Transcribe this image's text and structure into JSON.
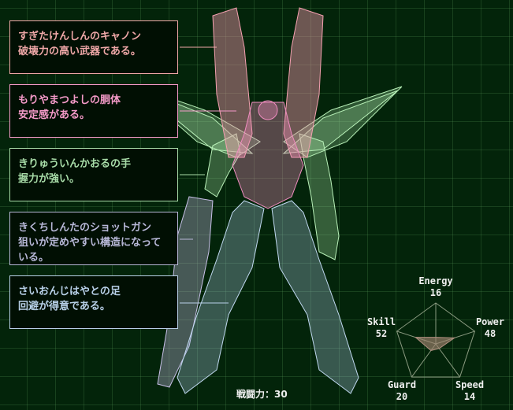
{
  "parts": [
    {
      "text": "すぎたけんしんのキャノン\n破壊力の高い武器である。",
      "color": "#f0a8a8"
    },
    {
      "text": "もりやまつよしの胴体\n安定感がある。",
      "color": "#f49ac8"
    },
    {
      "text": "きりゅういんかおるの手\n握力が強い。",
      "color": "#a8dca8"
    },
    {
      "text": "きくちしんたのショットガン\n狙いが定めやすい構造になっている。",
      "color": "#b8b8d8"
    },
    {
      "text": "さいおんじはやとの足\n回避が得意である。",
      "color": "#b8d0e8"
    }
  ],
  "stats": [
    {
      "label": "Energy",
      "value": 16
    },
    {
      "label": "Power",
      "value": 48
    },
    {
      "label": "Speed",
      "value": 14
    },
    {
      "label": "Guard",
      "value": 20
    },
    {
      "label": "Skill",
      "value": 52
    }
  ],
  "stat_max": 100,
  "combat_power": "戦闘力：30",
  "colors": {
    "cannon": "#f4a0b0",
    "body": "#f08cc0",
    "arm": "#b8f0b8",
    "gun": "#c8c0e8",
    "leg": "#c0d8f0"
  }
}
